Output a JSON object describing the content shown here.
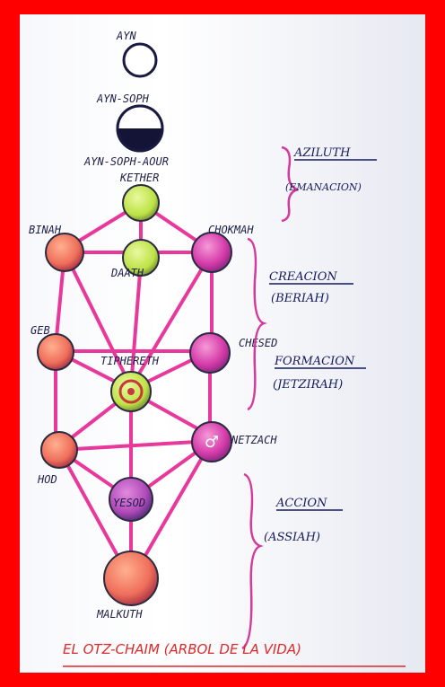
{
  "nodes": {
    "ayn": "AYN",
    "ayn_soph": "AYN-SOPH",
    "ayn_soph_aour": "AYN-SOPH-AOUR",
    "kether": "KETHER",
    "binah": "BINAH",
    "chokmah": "CHOKMAH",
    "daath": "DAATH",
    "geburah": "GEB",
    "chesed": "CHESED",
    "tiphereth": "TIPHERETH",
    "hod": "HOD",
    "netzach": "NETZACH",
    "yesod": "YESOD",
    "malkuth": "MALKUTH"
  },
  "worlds": {
    "atziluth": "AZILUTH",
    "atziluth_sub": "(EMANACION)",
    "briah": "CREACION",
    "briah_sub": "(BERIAH)",
    "yetzirah": "FORMACION",
    "yetzirah_sub": "(JETZIRAH)",
    "assiah": "ACCION",
    "assiah_sub": "(ASSIAH)"
  },
  "caption": "EL OTZ-CHAIM (ARBOL DE LA VIDA)",
  "colors": {
    "frame": "#ff0000",
    "paths": "#e8389b",
    "orange_sphere": "#f07560",
    "green_sphere": "#c8e848",
    "magenta_sphere": "#d83ca8",
    "tiphereth": "#d7ea5a",
    "ink": "#1f2048",
    "caption": "#e02828"
  }
}
